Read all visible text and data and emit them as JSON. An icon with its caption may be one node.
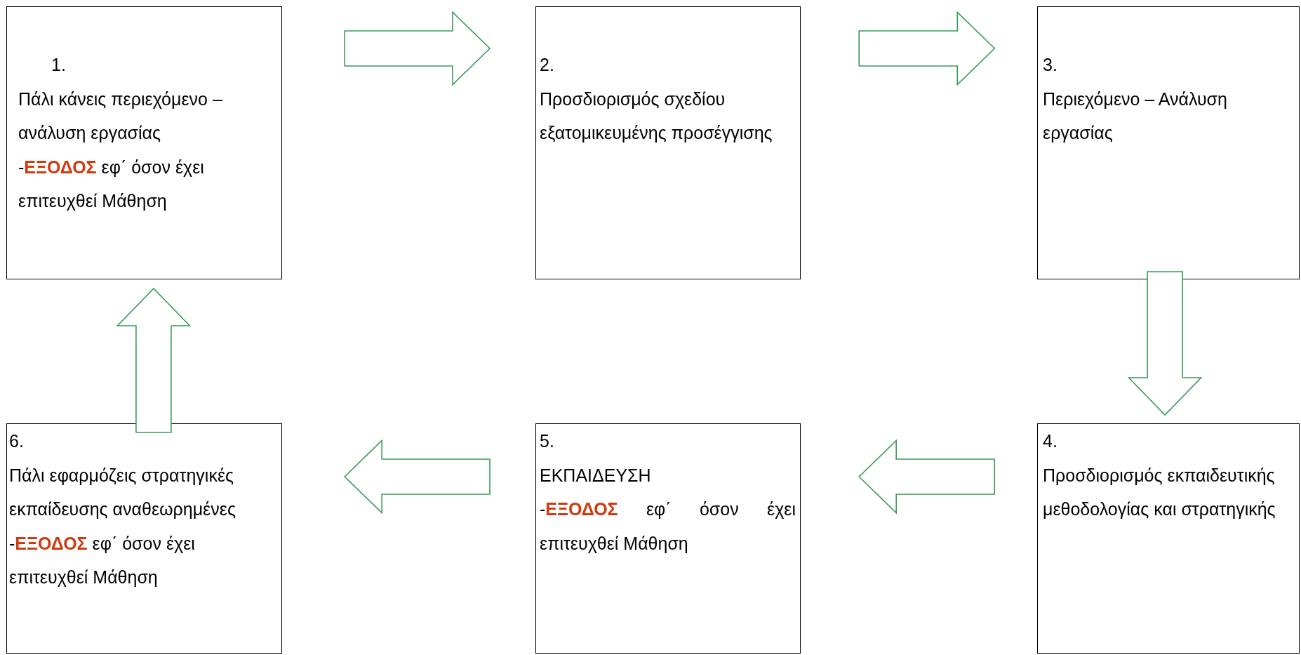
{
  "diagram": {
    "nodes": [
      {
        "text": [
          "1.",
          "Πάλι κάνεις περιεχόμενο – ανάλυση εργασίας",
          "-**ΕΞΟΔΟΣ** εφ΄ όσον έχει επιτευχθεί Μάθηση"
        ]
      },
      {
        "text": [
          "2.",
          "Προσδιορισμός σχεδίου εξατομικευμένης προσέγγισης"
        ]
      },
      {
        "text": [
          "3.",
          "Περιεχόμενο – Ανάλυση εργασίας"
        ]
      },
      {
        "text": [
          "6.",
          "Πάλι εφαρμόζεις στρατηγικές εκπαίδευσης αναθεωρημένες",
          "-**ΕΞΟΔΟΣ** εφ΄ όσον έχει επιτευχθεί Μάθηση"
        ]
      },
      {
        "text": [
          "5.",
          "ΕΚΠΑΙΔΕΥΣΗ",
          "-**ΕΞΟΔΟΣ** εφ΄ όσον έχει επιτευχθεί Μάθηση"
        ]
      },
      {
        "text": [
          "4.",
          "Προσδιορισμός εκπαιδευτικής μεθοδολογίας και στρατηγικής"
        ]
      }
    ],
    "edges": [
      {
        "from": 0,
        "to": 1,
        "arrow": "to"
      },
      {
        "from": 1,
        "to": 2,
        "arrow": "to"
      },
      {
        "from": 2,
        "to": 5,
        "arrow": "to"
      },
      {
        "from": 5,
        "to": 4,
        "arrow": "to"
      },
      {
        "from": 4,
        "to": 3,
        "arrow": "to"
      },
      {
        "from": 3,
        "to": 0,
        "arrow": "to"
      }
    ]
  }
}
